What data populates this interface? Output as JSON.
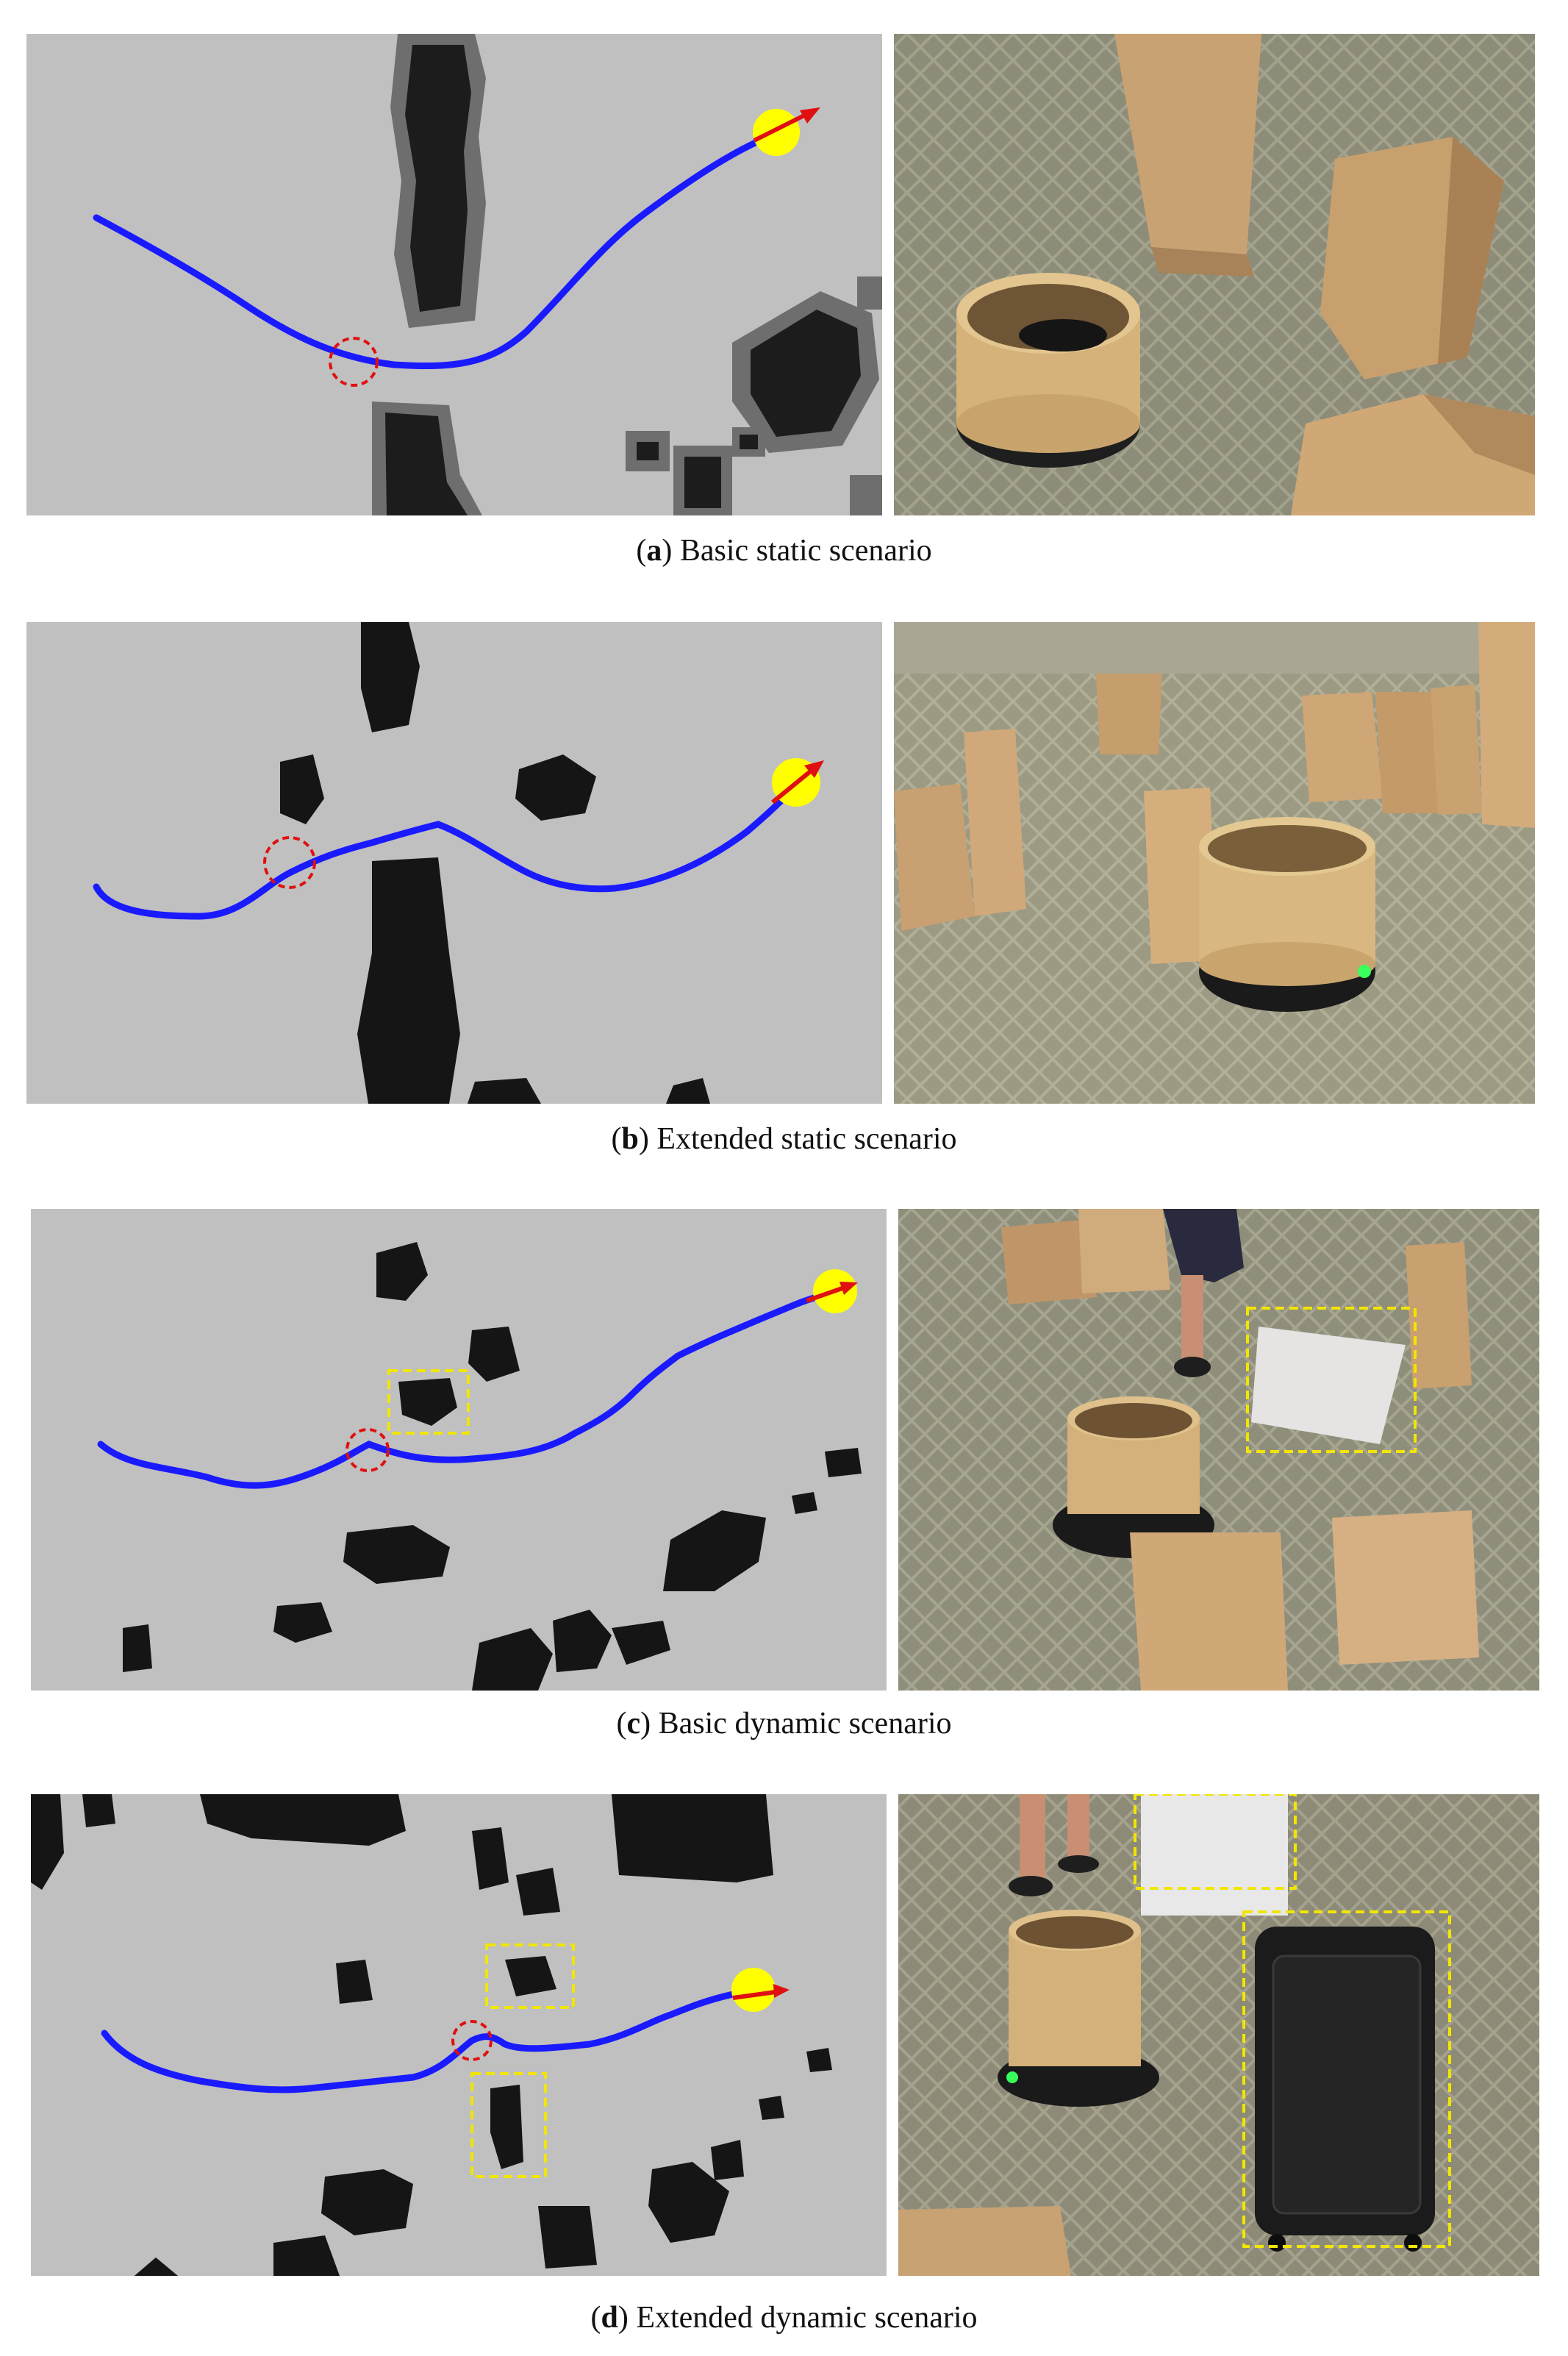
{
  "figure": {
    "rows": [
      {
        "letter": "a",
        "caption": "Basic static scenario",
        "map": {
          "style": "costmap with gray inflation",
          "path_color": "#1a1aff",
          "goal_color": "#ffff00",
          "arrow_color": "#e01010",
          "marker": "red dashed circle",
          "dynamic_obstacle_boxes": 0
        },
        "photo": {
          "content": "robot with wooden cylinder between cardboard boxes"
        }
      },
      {
        "letter": "b",
        "caption": "Extended static scenario",
        "map": {
          "style": "binary occupancy grid",
          "path_color": "#1a1aff",
          "goal_color": "#ffff00",
          "arrow_color": "#e01010",
          "marker": "red dashed circle",
          "dynamic_obstacle_boxes": 0
        },
        "photo": {
          "content": "Kobuki robot among standing cardboard boxes"
        }
      },
      {
        "letter": "c",
        "caption": "Basic dynamic scenario",
        "map": {
          "style": "binary occupancy grid",
          "path_color": "#1a1aff",
          "goal_color": "#ffff00",
          "arrow_color": "#e01010",
          "marker": "red dashed circle",
          "dynamic_obstacle_boxes": 1
        },
        "photo": {
          "content": "person holding a white board near robot",
          "highlight_boxes": 1
        }
      },
      {
        "letter": "d",
        "caption": "Extended dynamic scenario",
        "map": {
          "style": "binary occupancy grid",
          "path_color": "#1a1aff",
          "goal_color": "#ffff00",
          "arrow_color": "#e01010",
          "marker": "red dashed circle",
          "dynamic_obstacle_boxes": 2
        },
        "photo": {
          "content": "robot next to a black suitcase and a white board",
          "highlight_boxes": 2
        }
      }
    ]
  }
}
